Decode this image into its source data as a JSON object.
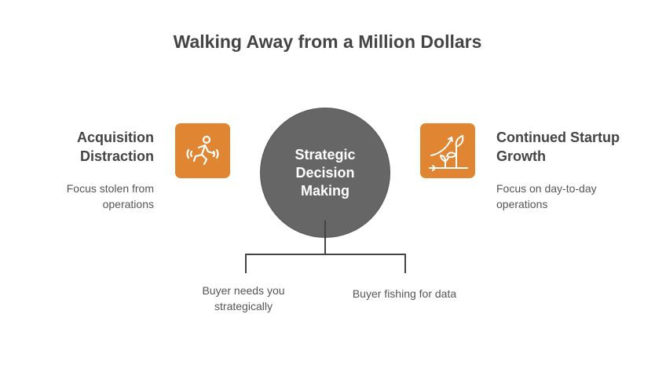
{
  "title": "Walking Away from a Million Dollars",
  "center": "Strategic Decision Making",
  "left": {
    "heading": "Acquisition Distraction",
    "desc": "Focus stolen from operations",
    "icon": "running-person-icon"
  },
  "right": {
    "heading": "Continued Startup Growth",
    "desc": "Focus on day-to-day operations",
    "icon": "plant-growth-icon"
  },
  "branches": [
    "Buyer needs you strategically",
    "Buyer fishing for data"
  ],
  "colors": {
    "accent": "#e08632",
    "center": "#666666"
  }
}
